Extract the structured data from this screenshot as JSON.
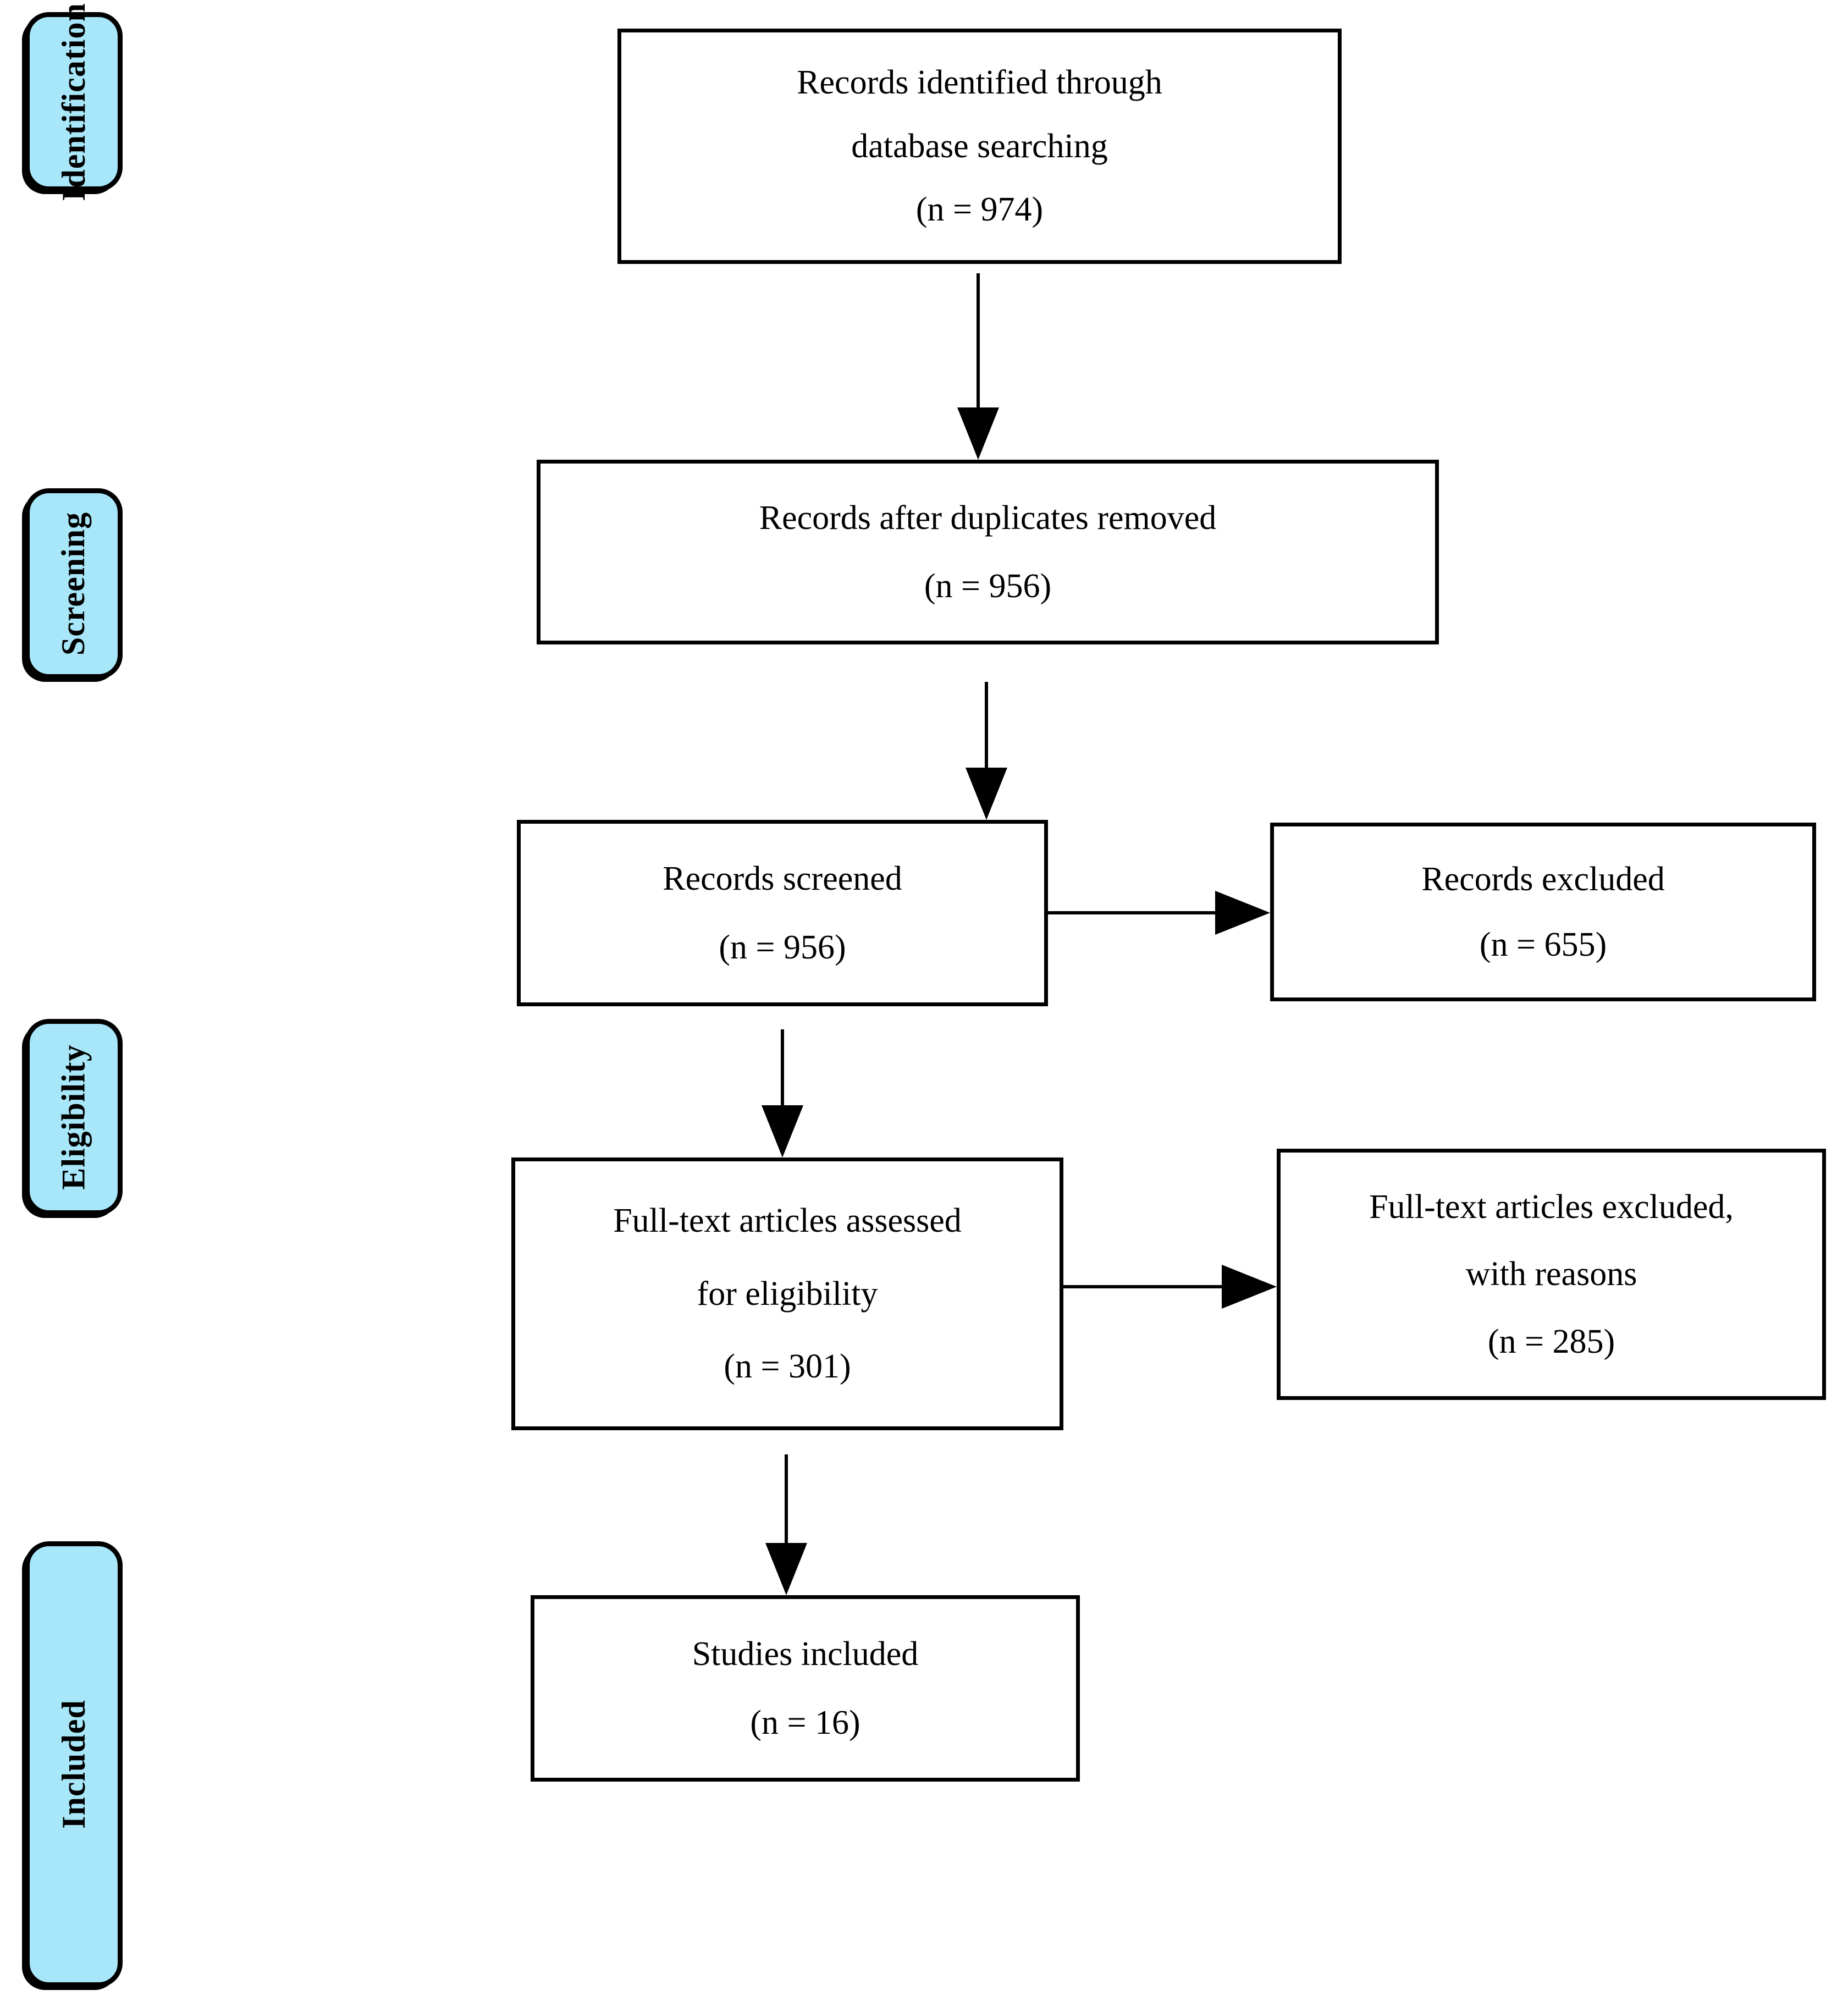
{
  "diagram": {
    "type": "prisma-flow-diagram",
    "colors": {
      "stage_fill": "#a8e7f9",
      "stroke": "#000000",
      "text": "#000000",
      "background": "#ffffff"
    },
    "stages": [
      {
        "label": "Identification"
      },
      {
        "label": "Screening"
      },
      {
        "label": "Eligibility"
      },
      {
        "label": "Included"
      }
    ],
    "nodes": [
      {
        "id": "records-identified",
        "line1": "Records identified through",
        "line2": "database searching",
        "count": "(n = 974)"
      },
      {
        "id": "duplicates-removed",
        "line1": "Records after duplicates removed",
        "count": "(n = 956)"
      },
      {
        "id": "records-screened",
        "line1": "Records screened",
        "count": "(n = 956)"
      },
      {
        "id": "records-excluded",
        "line1": "Records excluded",
        "count": "(n = 655)"
      },
      {
        "id": "fulltext-assessed",
        "line1": "Full-text articles assessed",
        "line2": "for eligibility",
        "count": "(n = 301)"
      },
      {
        "id": "fulltext-excluded",
        "line1": "Full-text articles excluded,",
        "line2": "with reasons",
        "count": "(n = 285)"
      },
      {
        "id": "studies-included",
        "line1": "Studies included",
        "count": "(n = 16)"
      }
    ]
  }
}
